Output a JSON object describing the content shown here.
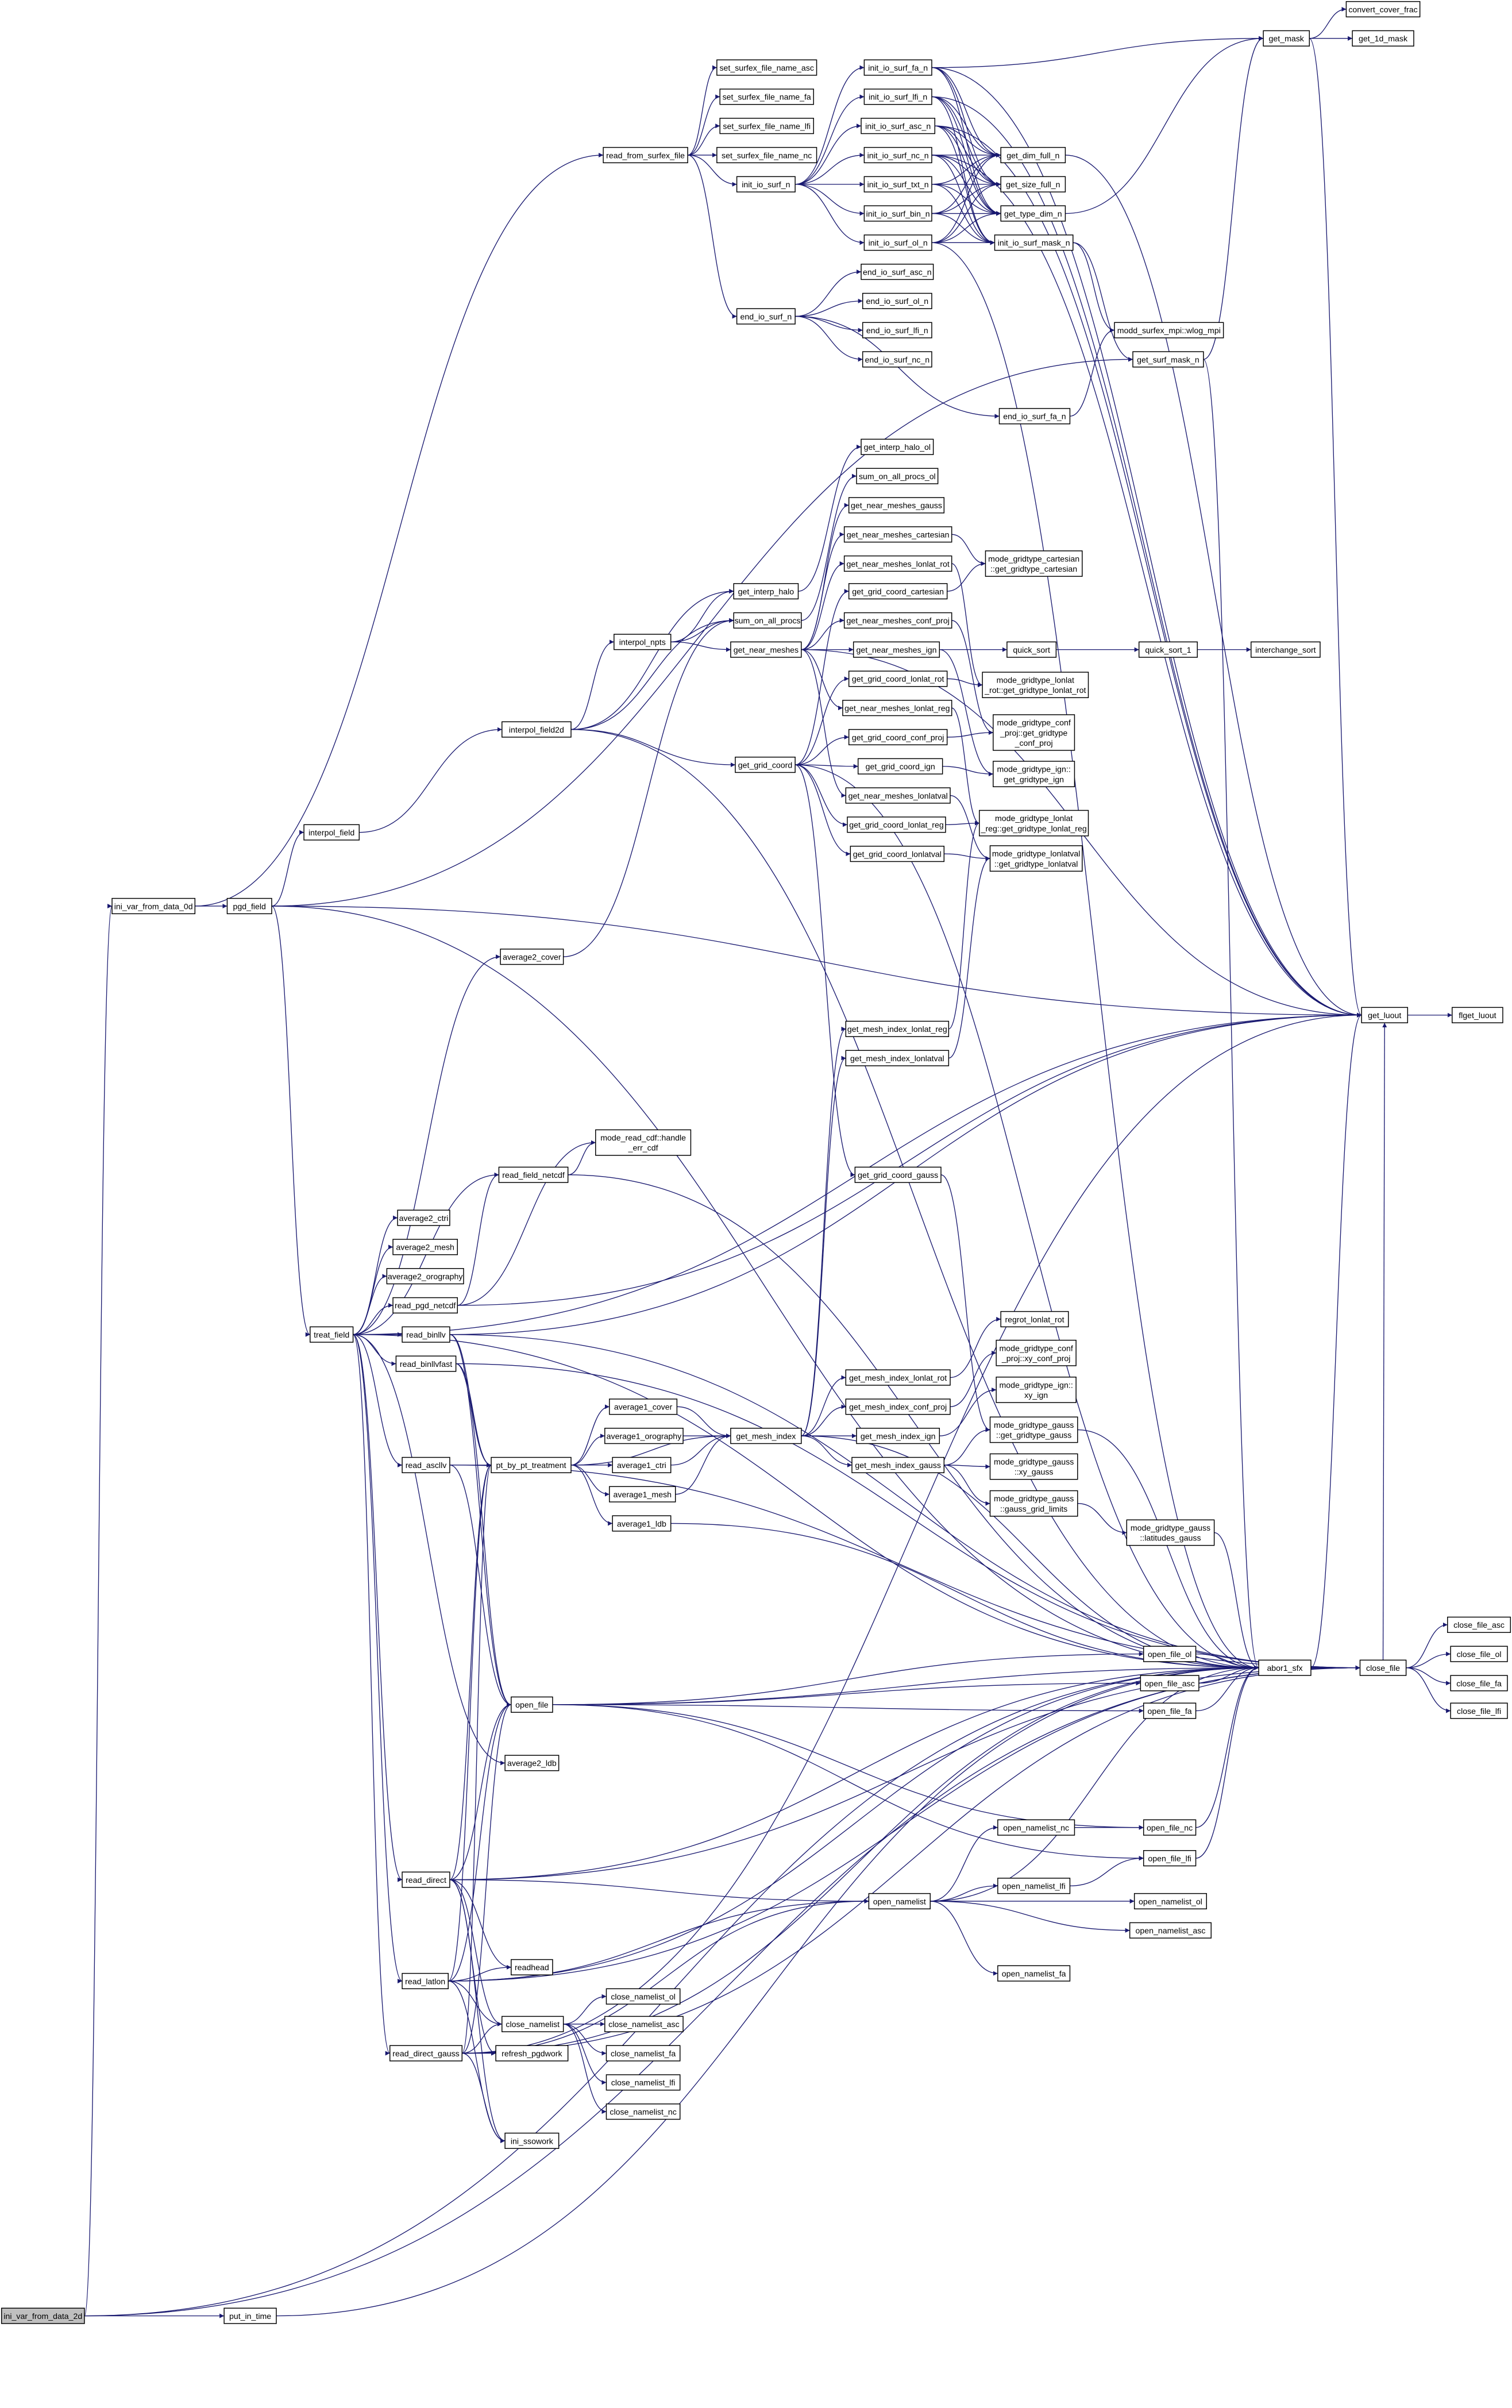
{
  "title": "ini_var_from_data_2d",
  "colors": {
    "edge": "#191970",
    "root_fill": "#bfbfbf",
    "node_fill": "#ffffff"
  },
  "nodes": [
    "ini_var_from_data_2d",
    "ini_var_from_data_0d",
    "put_in_time",
    "pgd_field",
    "read_from_surfex_file",
    "set_surfex_file_name_asc",
    "set_surfex_file_name_fa",
    "set_surfex_file_name_lfi",
    "set_surfex_file_name_nc",
    "init_io_surf_n",
    "end_io_surf_n",
    "init_io_surf_fa_n",
    "init_io_surf_lfi_n",
    "init_io_surf_asc_n",
    "init_io_surf_nc_n",
    "init_io_surf_txt_n",
    "init_io_surf_bin_n",
    "init_io_surf_ol_n",
    "get_dim_full_n",
    "get_size_full_n",
    "get_type_dim_n",
    "init_io_surf_mask_n",
    "get_mask",
    "convert_cover_frac",
    "get_1d_mask",
    "end_io_surf_asc_n",
    "end_io_surf_ol_n",
    "end_io_surf_lfi_n",
    "end_io_surf_nc_n",
    "end_io_surf_fa_n",
    "modd_surfex_mpi::wlog_mpi",
    "get_surf_mask_n",
    "interpol_field",
    "interpol_field2d",
    "interpol_npts",
    "get_interp_halo",
    "sum_on_all_procs",
    "get_near_meshes",
    "get_grid_coord",
    "get_interp_halo_ol",
    "sum_on_all_procs_ol",
    "get_near_meshes_gauss",
    "get_near_meshes_cartesian",
    "get_near_meshes_lonlat_rot",
    "get_grid_coord_cartesian",
    "get_near_meshes_conf_proj",
    "get_near_meshes_ign",
    "get_grid_coord_lonlat_rot",
    "get_near_meshes_lonlat_reg",
    "get_grid_coord_conf_proj",
    "get_grid_coord_ign",
    "get_near_meshes_lonlatval",
    "get_grid_coord_lonlat_reg",
    "get_grid_coord_lonlatval",
    "mode_gridtype_cartesian\n::get_gridtype_cartesian",
    "quick_sort",
    "quick_sort_1",
    "interchange_sort",
    "mode_gridtype_lonlat\n_rot::get_gridtype_lonlat_rot",
    "mode_gridtype_conf\n_proj::get_gridtype\n_conf_proj",
    "mode_gridtype_ign::\nget_gridtype_ign",
    "mode_gridtype_lonlat\n_reg::get_gridtype_lonlat_reg",
    "mode_gridtype_lonlatval\n::get_gridtype_lonlatval",
    "get_luout",
    "flget_luout",
    "average2_cover",
    "get_mesh_index_lonlat_reg",
    "get_mesh_index_lonlatval",
    "mode_read_cdf::handle\n_err_cdf",
    "read_field_netcdf",
    "get_grid_coord_gauss",
    "average2_ctri",
    "average2_mesh",
    "average2_orography",
    "read_pgd_netcdf",
    "read_binllv",
    "treat_field",
    "read_binllvfast",
    "regrot_lonlat_rot",
    "mode_gridtype_conf\n_proj::xy_conf_proj",
    "mode_gridtype_ign::\nxy_ign",
    "mode_gridtype_gauss\n::get_gridtype_gauss",
    "mode_gridtype_gauss\n::xy_gauss",
    "mode_gridtype_gauss\n::gauss_grid_limits",
    "mode_gridtype_gauss\n::latitudes_gauss",
    "get_mesh_index_lonlat_rot",
    "get_mesh_index_conf_proj",
    "get_mesh_index_ign",
    "get_mesh_index_gauss",
    "get_mesh_index",
    "average1_cover",
    "average1_orography",
    "average1_ctri",
    "average1_mesh",
    "average1_ldb",
    "read_ascllv",
    "pt_by_pt_treatment",
    "abor1_sfx",
    "close_file",
    "close_file_asc",
    "close_file_ol",
    "close_file_fa",
    "close_file_lfi",
    "open_file_ol",
    "open_file_asc",
    "open_file_fa",
    "open_file",
    "average2_ldb",
    "open_namelist_nc",
    "open_file_nc",
    "open_file_lfi",
    "open_namelist_lfi",
    "open_namelist",
    "open_namelist_ol",
    "open_namelist_asc",
    "open_namelist_fa",
    "read_direct",
    "readhead",
    "read_latlon",
    "close_namelist",
    "close_namelist_ol",
    "close_namelist_asc",
    "close_namelist_fa",
    "close_namelist_lfi",
    "close_namelist_nc",
    "refresh_pgdwork",
    "read_direct_gauss",
    "ini_ssowork"
  ],
  "edges": [
    [
      "ini_var_from_data_2d",
      "ini_var_from_data_0d"
    ],
    [
      "ini_var_from_data_2d",
      "put_in_time"
    ],
    [
      "ini_var_from_data_2d",
      "abor1_sfx"
    ],
    [
      "ini_var_from_data_2d",
      "close_file"
    ],
    [
      "put_in_time",
      "abor1_sfx"
    ],
    [
      "ini_var_from_data_0d",
      "pgd_field"
    ],
    [
      "ini_var_from_data_0d",
      "read_from_surfex_file"
    ],
    [
      "read_from_surfex_file",
      "set_surfex_file_name_asc"
    ],
    [
      "read_from_surfex_file",
      "set_surfex_file_name_fa"
    ],
    [
      "read_from_surfex_file",
      "set_surfex_file_name_lfi"
    ],
    [
      "read_from_surfex_file",
      "set_surfex_file_name_nc"
    ],
    [
      "read_from_surfex_file",
      "init_io_surf_n"
    ],
    [
      "read_from_surfex_file",
      "end_io_surf_n"
    ],
    [
      "init_io_surf_n",
      "init_io_surf_fa_n"
    ],
    [
      "init_io_surf_n",
      "init_io_surf_lfi_n"
    ],
    [
      "init_io_surf_n",
      "init_io_surf_asc_n"
    ],
    [
      "init_io_surf_n",
      "init_io_surf_nc_n"
    ],
    [
      "init_io_surf_n",
      "init_io_surf_txt_n"
    ],
    [
      "init_io_surf_n",
      "init_io_surf_bin_n"
    ],
    [
      "init_io_surf_n",
      "init_io_surf_ol_n"
    ],
    [
      "init_io_surf_fa_n",
      "get_dim_full_n"
    ],
    [
      "init_io_surf_fa_n",
      "get_size_full_n"
    ],
    [
      "init_io_surf_fa_n",
      "get_type_dim_n"
    ],
    [
      "init_io_surf_fa_n",
      "get_luout"
    ],
    [
      "init_io_surf_fa_n",
      "get_mask"
    ],
    [
      "init_io_surf_lfi_n",
      "get_dim_full_n"
    ],
    [
      "init_io_surf_lfi_n",
      "get_size_full_n"
    ],
    [
      "init_io_surf_lfi_n",
      "get_type_dim_n"
    ],
    [
      "init_io_surf_lfi_n",
      "init_io_surf_mask_n"
    ],
    [
      "init_io_surf_lfi_n",
      "get_luout"
    ],
    [
      "init_io_surf_asc_n",
      "get_dim_full_n"
    ],
    [
      "init_io_surf_asc_n",
      "get_size_full_n"
    ],
    [
      "init_io_surf_asc_n",
      "get_type_dim_n"
    ],
    [
      "init_io_surf_asc_n",
      "init_io_surf_mask_n"
    ],
    [
      "init_io_surf_asc_n",
      "get_luout"
    ],
    [
      "init_io_surf_nc_n",
      "get_dim_full_n"
    ],
    [
      "init_io_surf_nc_n",
      "get_size_full_n"
    ],
    [
      "init_io_surf_nc_n",
      "get_type_dim_n"
    ],
    [
      "init_io_surf_nc_n",
      "init_io_surf_mask_n"
    ],
    [
      "init_io_surf_nc_n",
      "get_luout"
    ],
    [
      "init_io_surf_txt_n",
      "get_dim_full_n"
    ],
    [
      "init_io_surf_txt_n",
      "get_size_full_n"
    ],
    [
      "init_io_surf_txt_n",
      "get_type_dim_n"
    ],
    [
      "init_io_surf_txt_n",
      "init_io_surf_mask_n"
    ],
    [
      "init_io_surf_bin_n",
      "get_dim_full_n"
    ],
    [
      "init_io_surf_bin_n",
      "get_size_full_n"
    ],
    [
      "init_io_surf_bin_n",
      "get_type_dim_n"
    ],
    [
      "init_io_surf_bin_n",
      "init_io_surf_mask_n"
    ],
    [
      "init_io_surf_ol_n",
      "get_dim_full_n"
    ],
    [
      "init_io_surf_ol_n",
      "get_size_full_n"
    ],
    [
      "init_io_surf_ol_n",
      "get_type_dim_n"
    ],
    [
      "init_io_surf_ol_n",
      "init_io_surf_mask_n"
    ],
    [
      "init_io_surf_ol_n",
      "abor1_sfx"
    ],
    [
      "get_type_dim_n",
      "get_mask"
    ],
    [
      "init_io_surf_mask_n",
      "get_surf_mask_n"
    ],
    [
      "init_io_surf_mask_n",
      "modd_surfex_mpi::wlog_mpi"
    ],
    [
      "get_mask",
      "convert_cover_frac"
    ],
    [
      "get_mask",
      "get_1d_mask"
    ],
    [
      "get_mask",
      "get_luout"
    ],
    [
      "get_dim_full_n",
      "get_luout"
    ],
    [
      "end_io_surf_n",
      "end_io_surf_asc_n"
    ],
    [
      "end_io_surf_n",
      "end_io_surf_ol_n"
    ],
    [
      "end_io_surf_n",
      "end_io_surf_lfi_n"
    ],
    [
      "end_io_surf_n",
      "end_io_surf_nc_n"
    ],
    [
      "end_io_surf_n",
      "end_io_surf_fa_n"
    ],
    [
      "end_io_surf_fa_n",
      "modd_surfex_mpi::wlog_mpi"
    ],
    [
      "get_surf_mask_n",
      "get_mask"
    ],
    [
      "get_surf_mask_n",
      "abor1_sfx"
    ],
    [
      "pgd_field",
      "interpol_field"
    ],
    [
      "pgd_field",
      "treat_field"
    ],
    [
      "pgd_field",
      "get_luout"
    ],
    [
      "pgd_field",
      "abor1_sfx"
    ],
    [
      "pgd_field",
      "get_surf_mask_n"
    ],
    [
      "interpol_field",
      "interpol_field2d"
    ],
    [
      "interpol_field2d",
      "interpol_npts"
    ],
    [
      "interpol_field2d",
      "get_interp_halo"
    ],
    [
      "interpol_field2d",
      "sum_on_all_procs"
    ],
    [
      "interpol_field2d",
      "get_grid_coord"
    ],
    [
      "interpol_field2d",
      "abor1_sfx"
    ],
    [
      "interpol_npts",
      "get_interp_halo"
    ],
    [
      "interpol_npts",
      "sum_on_all_procs"
    ],
    [
      "interpol_npts",
      "get_near_meshes"
    ],
    [
      "get_interp_halo",
      "get_interp_halo_ol"
    ],
    [
      "sum_on_all_procs",
      "sum_on_all_procs_ol"
    ],
    [
      "get_near_meshes",
      "get_near_meshes_gauss"
    ],
    [
      "get_near_meshes",
      "get_near_meshes_cartesian"
    ],
    [
      "get_near_meshes",
      "get_near_meshes_lonlat_rot"
    ],
    [
      "get_near_meshes",
      "get_near_meshes_conf_proj"
    ],
    [
      "get_near_meshes",
      "get_near_meshes_ign"
    ],
    [
      "get_near_meshes",
      "get_near_meshes_lonlat_reg"
    ],
    [
      "get_near_meshes",
      "get_near_meshes_lonlatval"
    ],
    [
      "get_near_meshes",
      "get_luout"
    ],
    [
      "get_grid_coord",
      "get_grid_coord_cartesian"
    ],
    [
      "get_grid_coord",
      "get_grid_coord_lonlat_rot"
    ],
    [
      "get_grid_coord",
      "get_grid_coord_conf_proj"
    ],
    [
      "get_grid_coord",
      "get_grid_coord_ign"
    ],
    [
      "get_grid_coord",
      "get_grid_coord_lonlat_reg"
    ],
    [
      "get_grid_coord",
      "get_grid_coord_lonlatval"
    ],
    [
      "get_grid_coord",
      "get_grid_coord_gauss"
    ],
    [
      "get_grid_coord",
      "abor1_sfx"
    ],
    [
      "get_near_meshes_cartesian",
      "mode_gridtype_cartesian\n::get_gridtype_cartesian"
    ],
    [
      "get_grid_coord_cartesian",
      "mode_gridtype_cartesian\n::get_gridtype_cartesian"
    ],
    [
      "get_near_meshes_lonlat_rot",
      "mode_gridtype_lonlat\n_rot::get_gridtype_lonlat_rot"
    ],
    [
      "get_grid_coord_lonlat_rot",
      "mode_gridtype_lonlat\n_rot::get_gridtype_lonlat_rot"
    ],
    [
      "get_near_meshes_conf_proj",
      "mode_gridtype_conf\n_proj::get_gridtype\n_conf_proj"
    ],
    [
      "get_grid_coord_conf_proj",
      "mode_gridtype_conf\n_proj::get_gridtype\n_conf_proj"
    ],
    [
      "get_near_meshes_ign",
      "mode_gridtype_ign::\nget_gridtype_ign"
    ],
    [
      "get_grid_coord_ign",
      "mode_gridtype_ign::\nget_gridtype_ign"
    ],
    [
      "get_near_meshes_ign",
      "quick_sort"
    ],
    [
      "get_near_meshes_lonlat_reg",
      "mode_gridtype_lonlat\n_reg::get_gridtype_lonlat_reg"
    ],
    [
      "get_grid_coord_lonlat_reg",
      "mode_gridtype_lonlat\n_reg::get_gridtype_lonlat_reg"
    ],
    [
      "get_near_meshes_lonlatval",
      "mode_gridtype_lonlatval\n::get_gridtype_lonlatval"
    ],
    [
      "get_grid_coord_lonlatval",
      "mode_gridtype_lonlatval\n::get_gridtype_lonlatval"
    ],
    [
      "quick_sort",
      "quick_sort_1"
    ],
    [
      "quick_sort_1",
      "interchange_sort"
    ],
    [
      "get_luout",
      "flget_luout"
    ],
    [
      "average2_cover",
      "sum_on_all_procs"
    ],
    [
      "treat_field",
      "average2_cover"
    ],
    [
      "treat_field",
      "average2_ctri"
    ],
    [
      "treat_field",
      "average2_mesh"
    ],
    [
      "treat_field",
      "average2_orography"
    ],
    [
      "treat_field",
      "read_pgd_netcdf"
    ],
    [
      "treat_field",
      "read_binllv"
    ],
    [
      "treat_field",
      "read_binllvfast"
    ],
    [
      "treat_field",
      "read_ascllv"
    ],
    [
      "treat_field",
      "average2_ldb"
    ],
    [
      "treat_field",
      "read_direct"
    ],
    [
      "treat_field",
      "read_latlon"
    ],
    [
      "treat_field",
      "read_direct_gauss"
    ],
    [
      "treat_field",
      "get_luout"
    ],
    [
      "treat_field",
      "abor1_sfx"
    ],
    [
      "treat_field",
      "read_field_netcdf"
    ],
    [
      "read_field_netcdf",
      "mode_read_cdf::handle\n_err_cdf"
    ],
    [
      "read_field_netcdf",
      "abor1_sfx"
    ],
    [
      "read_pgd_netcdf",
      "mode_read_cdf::handle\n_err_cdf"
    ],
    [
      "read_pgd_netcdf",
      "read_field_netcdf"
    ],
    [
      "read_pgd_netcdf",
      "get_luout"
    ],
    [
      "read_binllv",
      "pt_by_pt_treatment"
    ],
    [
      "read_binllv",
      "open_file"
    ],
    [
      "read_binllv",
      "close_file"
    ],
    [
      "read_binllv",
      "get_luout"
    ],
    [
      "read_binllvfast",
      "pt_by_pt_treatment"
    ],
    [
      "read_binllvfast",
      "open_file"
    ],
    [
      "read_binllvfast",
      "close_file"
    ],
    [
      "read_ascllv",
      "pt_by_pt_treatment"
    ],
    [
      "read_ascllv",
      "open_file"
    ],
    [
      "read_ascllv",
      "close_file"
    ],
    [
      "pt_by_pt_treatment",
      "average1_cover"
    ],
    [
      "pt_by_pt_treatment",
      "average1_orography"
    ],
    [
      "pt_by_pt_treatment",
      "average1_ctri"
    ],
    [
      "pt_by_pt_treatment",
      "average1_mesh"
    ],
    [
      "pt_by_pt_treatment",
      "average1_ldb"
    ],
    [
      "pt_by_pt_treatment",
      "get_mesh_index"
    ],
    [
      "average1_cover",
      "get_mesh_index"
    ],
    [
      "average1_orography",
      "get_mesh_index"
    ],
    [
      "average1_ctri",
      "get_mesh_index"
    ],
    [
      "average1_mesh",
      "get_mesh_index"
    ],
    [
      "average1_ldb",
      "abor1_sfx"
    ],
    [
      "get_mesh_index",
      "get_mesh_index_lonlat_reg"
    ],
    [
      "get_mesh_index",
      "get_mesh_index_lonlatval"
    ],
    [
      "get_mesh_index",
      "get_mesh_index_lonlat_rot"
    ],
    [
      "get_mesh_index",
      "get_mesh_index_conf_proj"
    ],
    [
      "get_mesh_index",
      "get_mesh_index_ign"
    ],
    [
      "get_mesh_index",
      "get_mesh_index_gauss"
    ],
    [
      "get_mesh_index",
      "abor1_sfx"
    ],
    [
      "get_mesh_index_lonlat_reg",
      "mode_gridtype_lonlat\n_reg::get_gridtype_lonlat_reg"
    ],
    [
      "get_mesh_index_lonlatval",
      "mode_gridtype_lonlatval\n::get_gridtype_lonlatval"
    ],
    [
      "get_mesh_index_lonlat_rot",
      "regrot_lonlat_rot"
    ],
    [
      "get_mesh_index_conf_proj",
      "mode_gridtype_conf\n_proj::xy_conf_proj"
    ],
    [
      "get_mesh_index_ign",
      "mode_gridtype_ign::\nxy_ign"
    ],
    [
      "get_mesh_index_gauss",
      "mode_gridtype_gauss\n::get_gridtype_gauss"
    ],
    [
      "get_mesh_index_gauss",
      "mode_gridtype_gauss\n::xy_gauss"
    ],
    [
      "get_mesh_index_gauss",
      "mode_gridtype_gauss\n::gauss_grid_limits"
    ],
    [
      "get_grid_coord_gauss",
      "mode_gridtype_gauss\n::get_gridtype_gauss"
    ],
    [
      "mode_gridtype_gauss\n::get_gridtype_gauss",
      "abor1_sfx"
    ],
    [
      "mode_gridtype_gauss\n::gauss_grid_limits",
      "mode_gridtype_gauss\n::latitudes_gauss"
    ],
    [
      "mode_gridtype_gauss\n::latitudes_gauss",
      "abor1_sfx"
    ],
    [
      "abor1_sfx",
      "close_file"
    ],
    [
      "abor1_sfx",
      "get_luout"
    ],
    [
      "close_file",
      "close_file_asc"
    ],
    [
      "close_file",
      "close_file_ol"
    ],
    [
      "close_file",
      "close_file_fa"
    ],
    [
      "close_file",
      "close_file_lfi"
    ],
    [
      "close_file",
      "get_luout"
    ],
    [
      "open_file",
      "open_file_ol"
    ],
    [
      "open_file",
      "open_file_asc"
    ],
    [
      "open_file",
      "open_file_fa"
    ],
    [
      "open_file",
      "open_file_nc"
    ],
    [
      "open_file",
      "open_file_lfi"
    ],
    [
      "open_file",
      "abor1_sfx"
    ],
    [
      "open_file_ol",
      "abor1_sfx"
    ],
    [
      "open_file_asc",
      "abor1_sfx"
    ],
    [
      "open_file_fa",
      "abor1_sfx"
    ],
    [
      "open_file_nc",
      "abor1_sfx"
    ],
    [
      "open_file_lfi",
      "abor1_sfx"
    ],
    [
      "open_namelist",
      "open_namelist_nc"
    ],
    [
      "open_namelist",
      "open_namelist_lfi"
    ],
    [
      "open_namelist",
      "open_namelist_ol"
    ],
    [
      "open_namelist",
      "open_namelist_asc"
    ],
    [
      "open_namelist",
      "open_namelist_fa"
    ],
    [
      "open_namelist",
      "abor1_sfx"
    ],
    [
      "open_namelist_nc",
      "open_file_nc"
    ],
    [
      "open_namelist_lfi",
      "open_file_lfi"
    ],
    [
      "read_direct",
      "open_file"
    ],
    [
      "read_direct",
      "open_namelist"
    ],
    [
      "read_direct",
      "readhead"
    ],
    [
      "read_direct",
      "close_namelist"
    ],
    [
      "read_direct",
      "refresh_pgdwork"
    ],
    [
      "read_direct",
      "ini_ssowork"
    ],
    [
      "read_direct",
      "pt_by_pt_treatment"
    ],
    [
      "read_direct",
      "abor1_sfx"
    ],
    [
      "read_direct",
      "close_file"
    ],
    [
      "read_latlon",
      "open_file"
    ],
    [
      "read_latlon",
      "open_namelist"
    ],
    [
      "read_latlon",
      "readhead"
    ],
    [
      "read_latlon",
      "close_namelist"
    ],
    [
      "read_latlon",
      "pt_by_pt_treatment"
    ],
    [
      "read_latlon",
      "ini_ssowork"
    ],
    [
      "read_latlon",
      "abor1_sfx"
    ],
    [
      "read_latlon",
      "close_file"
    ],
    [
      "read_direct_gauss",
      "open_namelist"
    ],
    [
      "read_direct_gauss",
      "close_namelist"
    ],
    [
      "read_direct_gauss",
      "refresh_pgdwork"
    ],
    [
      "read_direct_gauss",
      "ini_ssowork"
    ],
    [
      "read_direct_gauss",
      "pt_by_pt_treatment"
    ],
    [
      "read_direct_gauss",
      "open_file"
    ],
    [
      "read_direct_gauss",
      "abor1_sfx"
    ],
    [
      "read_direct_gauss",
      "close_file"
    ],
    [
      "read_direct_gauss",
      "get_luout"
    ],
    [
      "close_namelist",
      "close_namelist_ol"
    ],
    [
      "close_namelist",
      "close_namelist_asc"
    ],
    [
      "close_namelist",
      "close_namelist_fa"
    ],
    [
      "close_namelist",
      "close_namelist_lfi"
    ],
    [
      "close_namelist",
      "close_namelist_nc"
    ]
  ]
}
